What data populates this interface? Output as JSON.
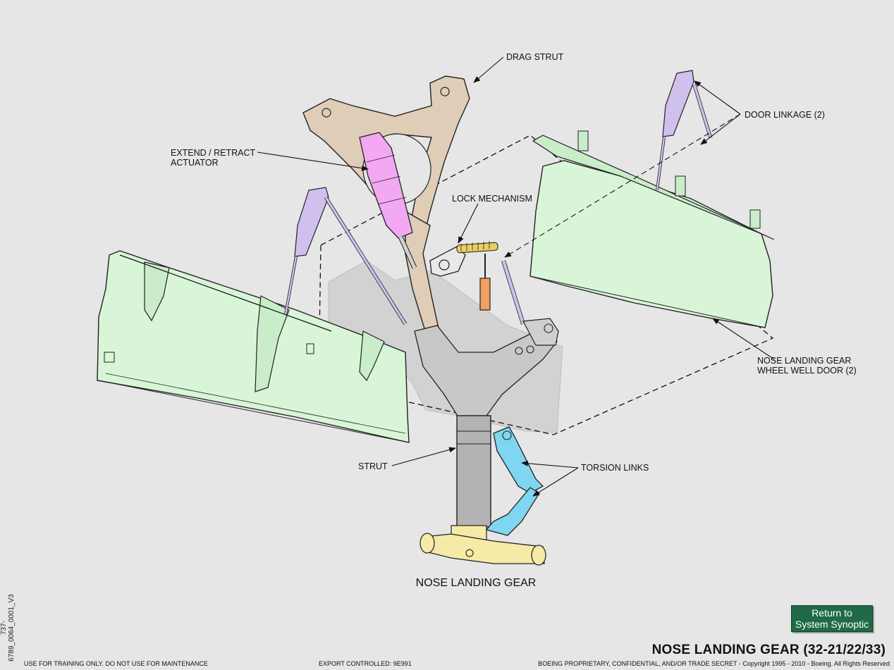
{
  "diagram": {
    "labels": {
      "drag_strut": "DRAG STRUT",
      "door_linkage": "DOOR LINKAGE (2)",
      "actuator_line1": "EXTEND / RETRACT",
      "actuator_line2": "ACTUATOR",
      "lock_mechanism": "LOCK MECHANISM",
      "wheel_well_door_line1": "NOSE LANDING GEAR",
      "wheel_well_door_line2": "WHEEL WELL DOOR (2)",
      "strut": "STRUT",
      "torsion_links": "TORSION LINKS"
    },
    "caption": "NOSE LANDING GEAR"
  },
  "side_id": "737-6789_0064_0001_V3",
  "return_button": {
    "line1": "Return to",
    "line2": "System Synoptic"
  },
  "page_title": "NOSE LANDING GEAR (32-21/22/33)",
  "footer": {
    "left": "USE FOR TRAINING ONLY. DO NOT USE FOR MAINTENANCE",
    "middle": "EXPORT CONTROLLED: 9E991",
    "right": "BOEING PROPRIETARY, CONFIDENTIAL, AND/OR TRADE SECRET - Copyright 1995 - 2010 - Boeing. All Rights Reserved"
  },
  "colors": {
    "background": "#e6e6e6",
    "door": "#d8f5d8",
    "drag_strut": "#e0cdb8",
    "actuator": "#f2a8f2",
    "linkage": "#cfc0ee",
    "lock_actuator": "#f0a060",
    "lock_spring": "#e9d060",
    "strut": "#b3b3b3",
    "well": "#d0d0d0",
    "torsion_links": "#7fd6f0",
    "axle": "#f5eaa6",
    "button": "#1f6b45"
  }
}
